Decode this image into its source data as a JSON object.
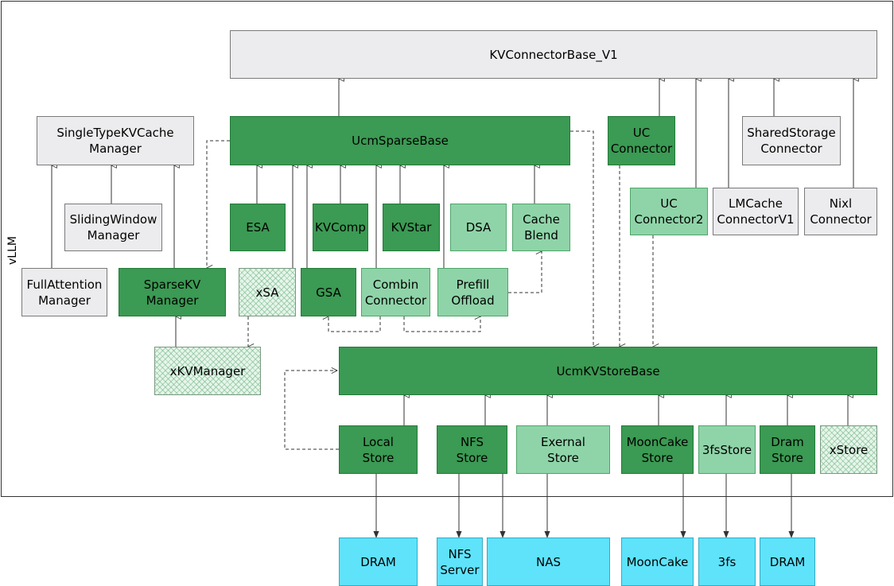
{
  "container": {
    "label": "vLLM"
  },
  "nodes": {
    "kvconnector_base": "KVConnectorBase_V1",
    "single_type_mgr": "SingleTypeKVCache\nManager",
    "ucm_sparse_base": "UcmSparseBase",
    "uc_connector": "UC\nConnector",
    "shared_storage": "SharedStorage\nConnector",
    "sliding_window": "SlidingWindow\nManager",
    "esa": "ESA",
    "kvcomp": "KVComp",
    "kvstar": "KVStar",
    "dsa": "DSA",
    "cache_blend": "Cache\nBlend",
    "uc_connector2": "UC\nConnector2",
    "lmcache": "LMCache\nConnectorV1",
    "nixl": "Nixl\nConnector",
    "full_attention": "FullAttention\nManager",
    "sparse_kv_mgr": "SparseKV\nManager",
    "xsa": "xSA",
    "gsa": "GSA",
    "combin_connector": "Combin\nConnector",
    "prefill_offload": "Prefill\nOffload",
    "xkv_manager": "xKVManager",
    "ucm_kvstore_base": "UcmKVStoreBase",
    "local_store": "Local\nStore",
    "nfs_store": "NFS\nStore",
    "exernal_store": "Exernal\nStore",
    "mooncake_store": "MoonCake\nStore",
    "fs3_store": "3fsStore",
    "dram_store": "Dram\nStore",
    "xstore": "xStore",
    "dram_1": "DRAM",
    "nfs_server": "NFS\nServer",
    "nas": "NAS",
    "mooncake": "MoonCake",
    "fs3": "3fs",
    "dram_2": "DRAM"
  },
  "legend_colors": {
    "base_gray": "#ececee",
    "implemented_dark_green": "#3b9a53",
    "light_green": "#8fd4a8",
    "hatched_placeholder": "#e6f5ea",
    "storage_backend_cyan": "#5ee3fb"
  }
}
